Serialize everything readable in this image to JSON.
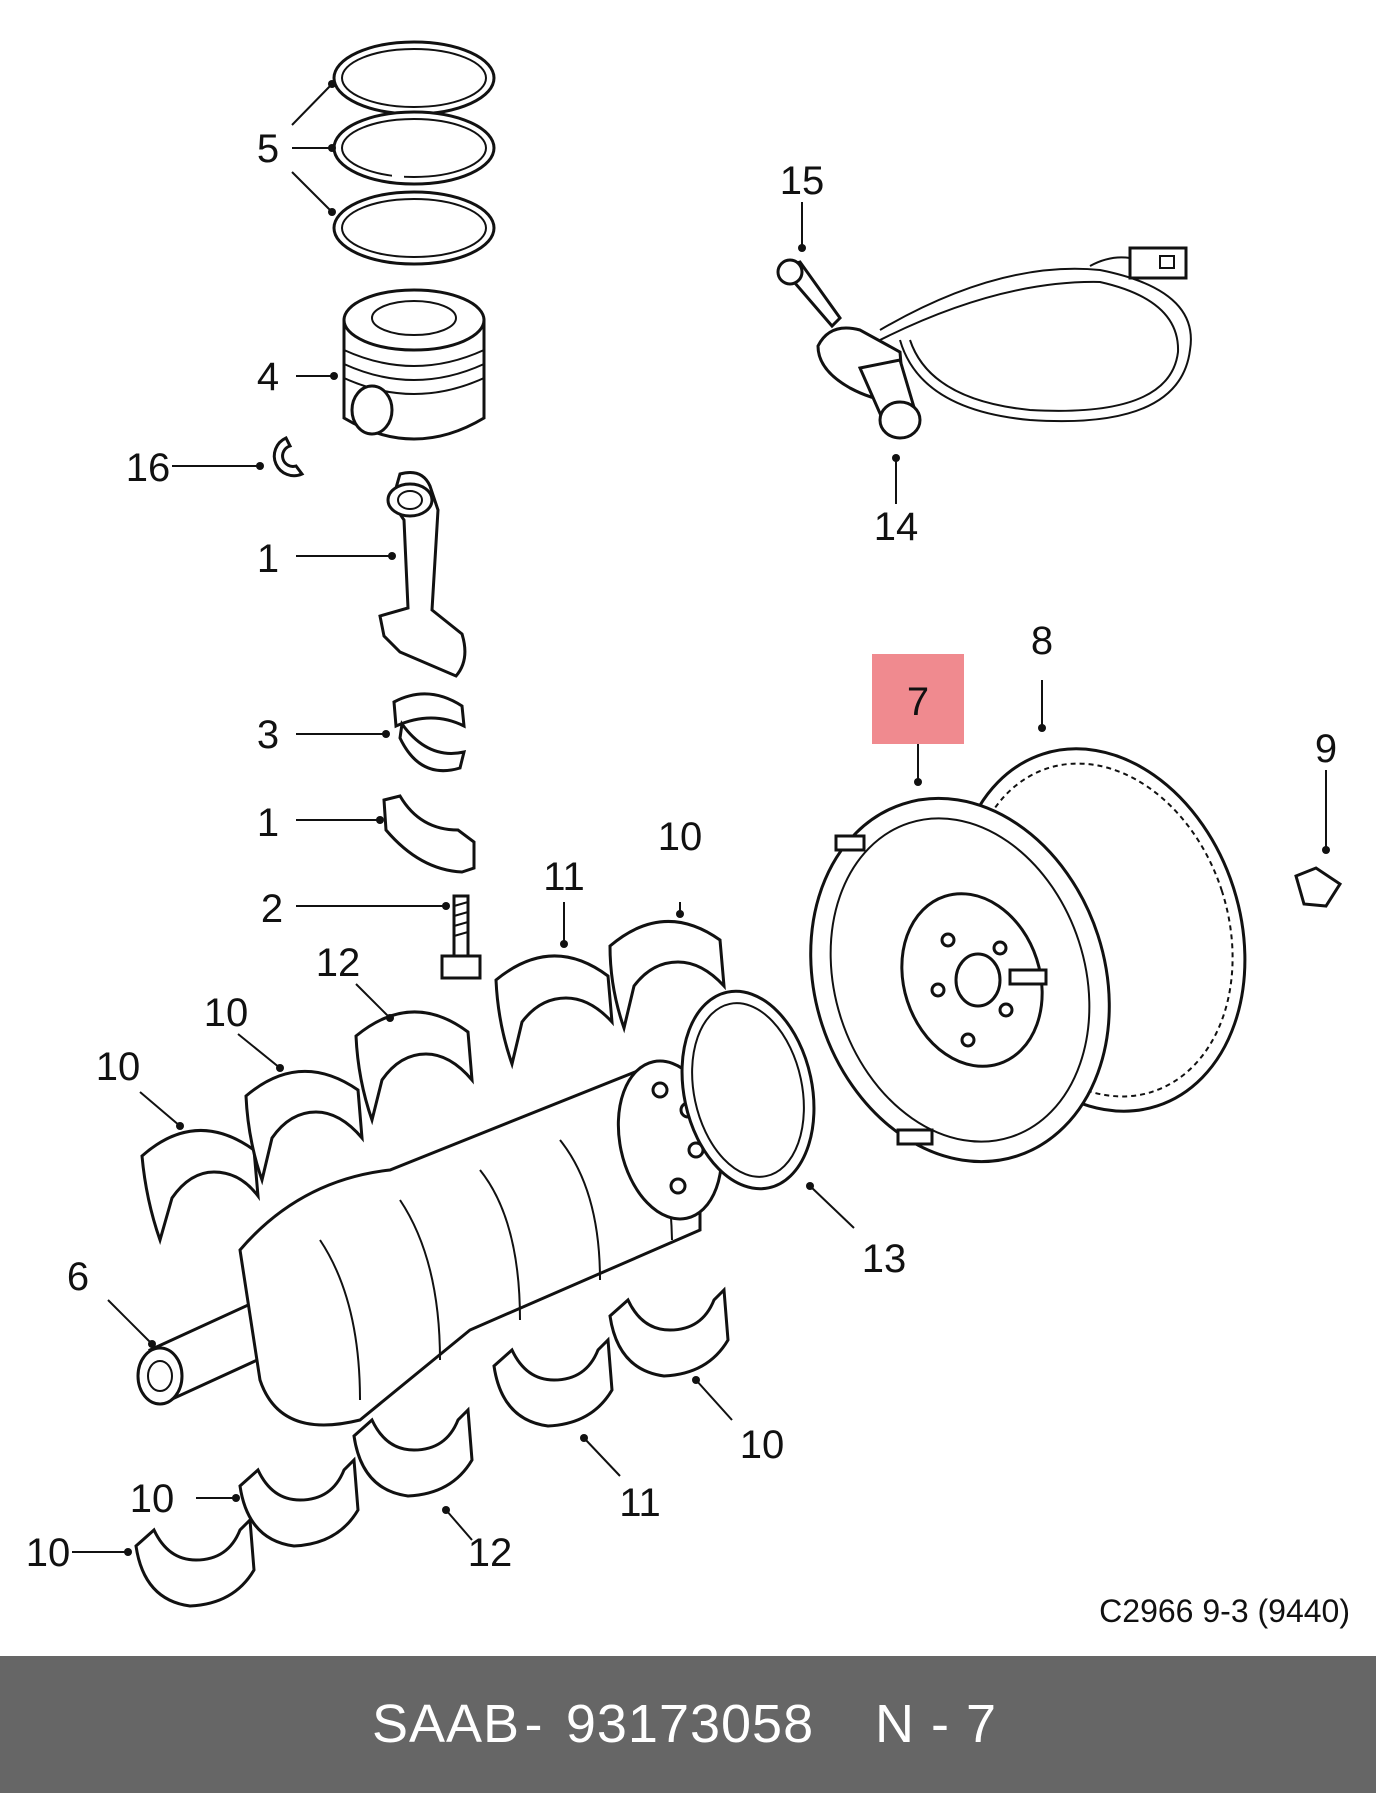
{
  "diagram": {
    "callouts": {
      "c5": "5",
      "c4": "4",
      "c16": "16",
      "c1a": "1",
      "c3": "3",
      "c1b": "1",
      "c2": "2",
      "c15": "15",
      "c14": "14",
      "c7": "7",
      "c8": "8",
      "c9": "9",
      "c11a": "11",
      "c10a": "10",
      "c12a": "12",
      "c10b": "10",
      "c10c": "10",
      "c6": "6",
      "c13": "13",
      "c10d": "10",
      "c11b": "11",
      "c10e": "10",
      "c12b": "12",
      "c10f": "10"
    },
    "highlight_color": "#f08a8f",
    "drawing_code": "C2966 9-3 (9440)"
  },
  "footer": {
    "brand": "SAAB",
    "separator": "-",
    "part_number": "93173058",
    "position_label": "N - 7",
    "background_color": "#666666"
  }
}
